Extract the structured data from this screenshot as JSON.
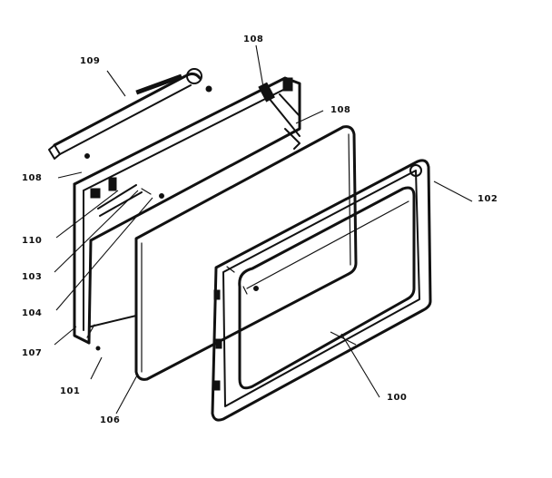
{
  "diagram": {
    "labels": [
      {
        "id": "l-109-top",
        "text": "109"
      },
      {
        "id": "l-108-a",
        "text": "108"
      },
      {
        "id": "l-108-b",
        "text": "108"
      },
      {
        "id": "l-108-c",
        "text": "108"
      },
      {
        "id": "l-102",
        "text": "102"
      },
      {
        "id": "l-110",
        "text": "110"
      },
      {
        "id": "l-103",
        "text": "103"
      },
      {
        "id": "l-104",
        "text": "104"
      },
      {
        "id": "l-107",
        "text": "107"
      },
      {
        "id": "l-101",
        "text": "101"
      },
      {
        "id": "l-106",
        "text": "106"
      },
      {
        "id": "l-100",
        "text": "100"
      }
    ]
  }
}
